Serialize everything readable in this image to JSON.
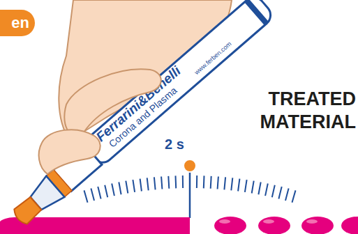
{
  "diagram": {
    "nodes": [
      {
        "text": [
          "en"
        ]
      }
    ],
    "labels": [
      "Ferrarini&Benelli",
      "Corona and Plasma",
      "www.ferben.com",
      "2 s",
      "TREATED MATERIAL"
    ]
  }
}
